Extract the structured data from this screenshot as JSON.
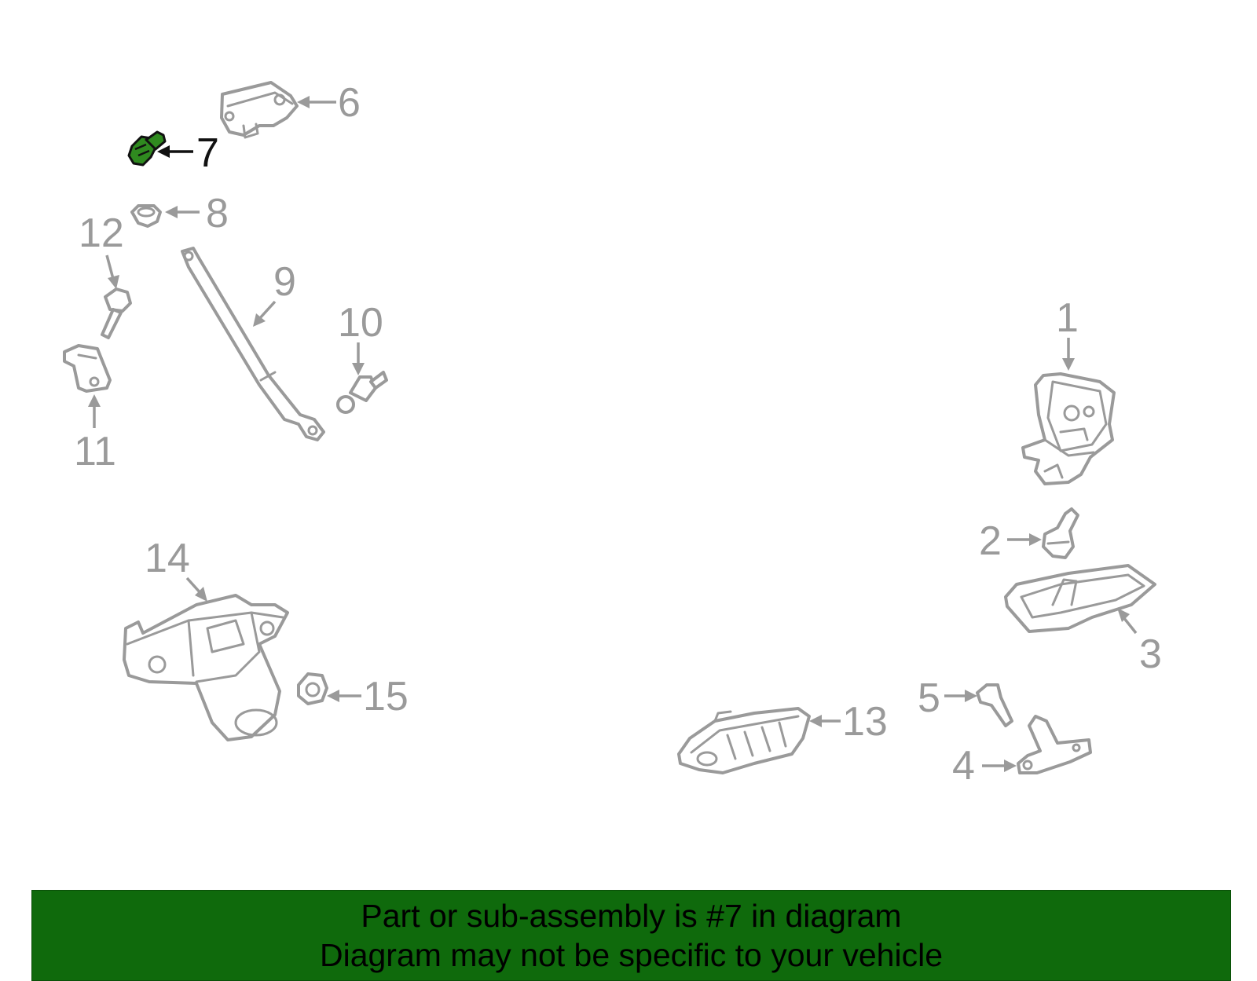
{
  "diagram": {
    "highlight_color": "#2f8a1f",
    "outline_color": "#9a9a9a",
    "callouts": [
      {
        "id": "1",
        "label": "1"
      },
      {
        "id": "2",
        "label": "2"
      },
      {
        "id": "3",
        "label": "3"
      },
      {
        "id": "4",
        "label": "4"
      },
      {
        "id": "5",
        "label": "5"
      },
      {
        "id": "6",
        "label": "6"
      },
      {
        "id": "7",
        "label": "7",
        "highlighted": true
      },
      {
        "id": "8",
        "label": "8"
      },
      {
        "id": "9",
        "label": "9"
      },
      {
        "id": "10",
        "label": "10"
      },
      {
        "id": "11",
        "label": "11"
      },
      {
        "id": "12",
        "label": "12"
      },
      {
        "id": "13",
        "label": "13"
      },
      {
        "id": "14",
        "label": "14"
      },
      {
        "id": "15",
        "label": "15"
      }
    ]
  },
  "banner": {
    "background": "#0f6a0c",
    "line1": "Part or sub-assembly is #7 in diagram",
    "line2": "Diagram may not be specific to your vehicle"
  }
}
